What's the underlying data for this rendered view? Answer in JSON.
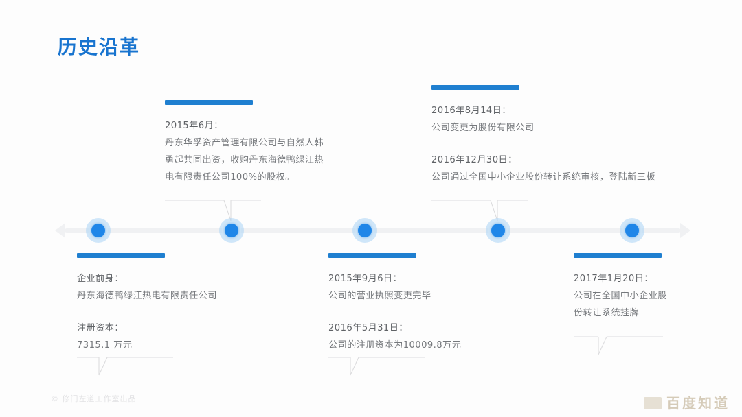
{
  "slide": {
    "title": "历史沿革",
    "title_color": "#1874cf",
    "accent_color": "#1f7fd0",
    "node_color": "#1f86e8",
    "axis_color": "#f0f1f3",
    "background": "#fdfdfd"
  },
  "timeline": {
    "nodes": [
      {
        "name": "node-1"
      },
      {
        "name": "node-2"
      },
      {
        "name": "node-3"
      },
      {
        "name": "node-4"
      },
      {
        "name": "node-5"
      }
    ]
  },
  "events": {
    "e1": {
      "position": "below",
      "entries": [
        {
          "head": "企业前身：",
          "body": "丹东海德鸭绿江热电有限责任公司"
        },
        {
          "head": "注册资本：",
          "body": "7315.1 万元"
        }
      ]
    },
    "e2": {
      "position": "above",
      "entries": [
        {
          "head": "2015年6月：",
          "body": "丹东华孚资产管理有限公司与自然人韩勇起共同出资，收购丹东海德鸭绿江热电有限责任公司100%的股权。"
        }
      ]
    },
    "e3": {
      "position": "below",
      "entries": [
        {
          "head": "2015年9月6日：",
          "body": "公司的营业执照变更完毕"
        },
        {
          "head": "2016年5月31日：",
          "body": "公司的注册资本为10009.8万元"
        }
      ]
    },
    "e4": {
      "position": "above",
      "entries": [
        {
          "head": "2016年8月14日：",
          "body": "公司变更为股份有限公司"
        },
        {
          "head": "2016年12月30日：",
          "body": "公司通过全国中小企业股份转让系统审核，登陆新三板"
        }
      ]
    },
    "e5": {
      "position": "below",
      "entries": [
        {
          "head": "2017年1月20日：",
          "body": "公司在全国中小企业股份转让系统挂牌"
        }
      ]
    }
  },
  "footer": {
    "credit": "© 修门左道工作室出品",
    "watermark": "百度知道"
  }
}
